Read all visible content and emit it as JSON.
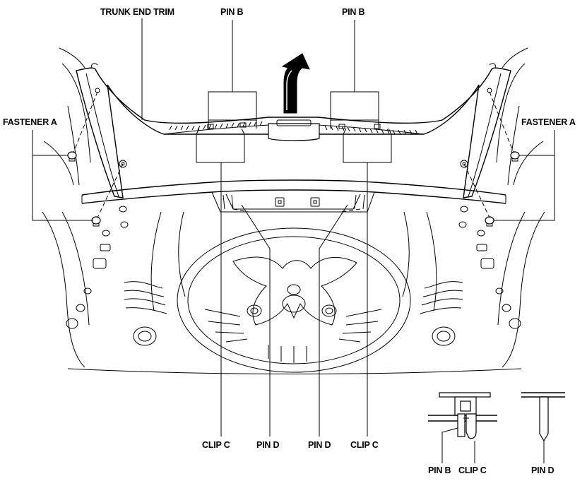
{
  "labels": {
    "trunk_end_trim": "TRUNK END TRIM",
    "pin_b": "PIN B",
    "fastener_a": "FASTENER A",
    "clip_c": "CLIP C",
    "pin_d": "PIN D"
  },
  "icons": {
    "removal_arrow": "arrow-up-curved-icon"
  }
}
